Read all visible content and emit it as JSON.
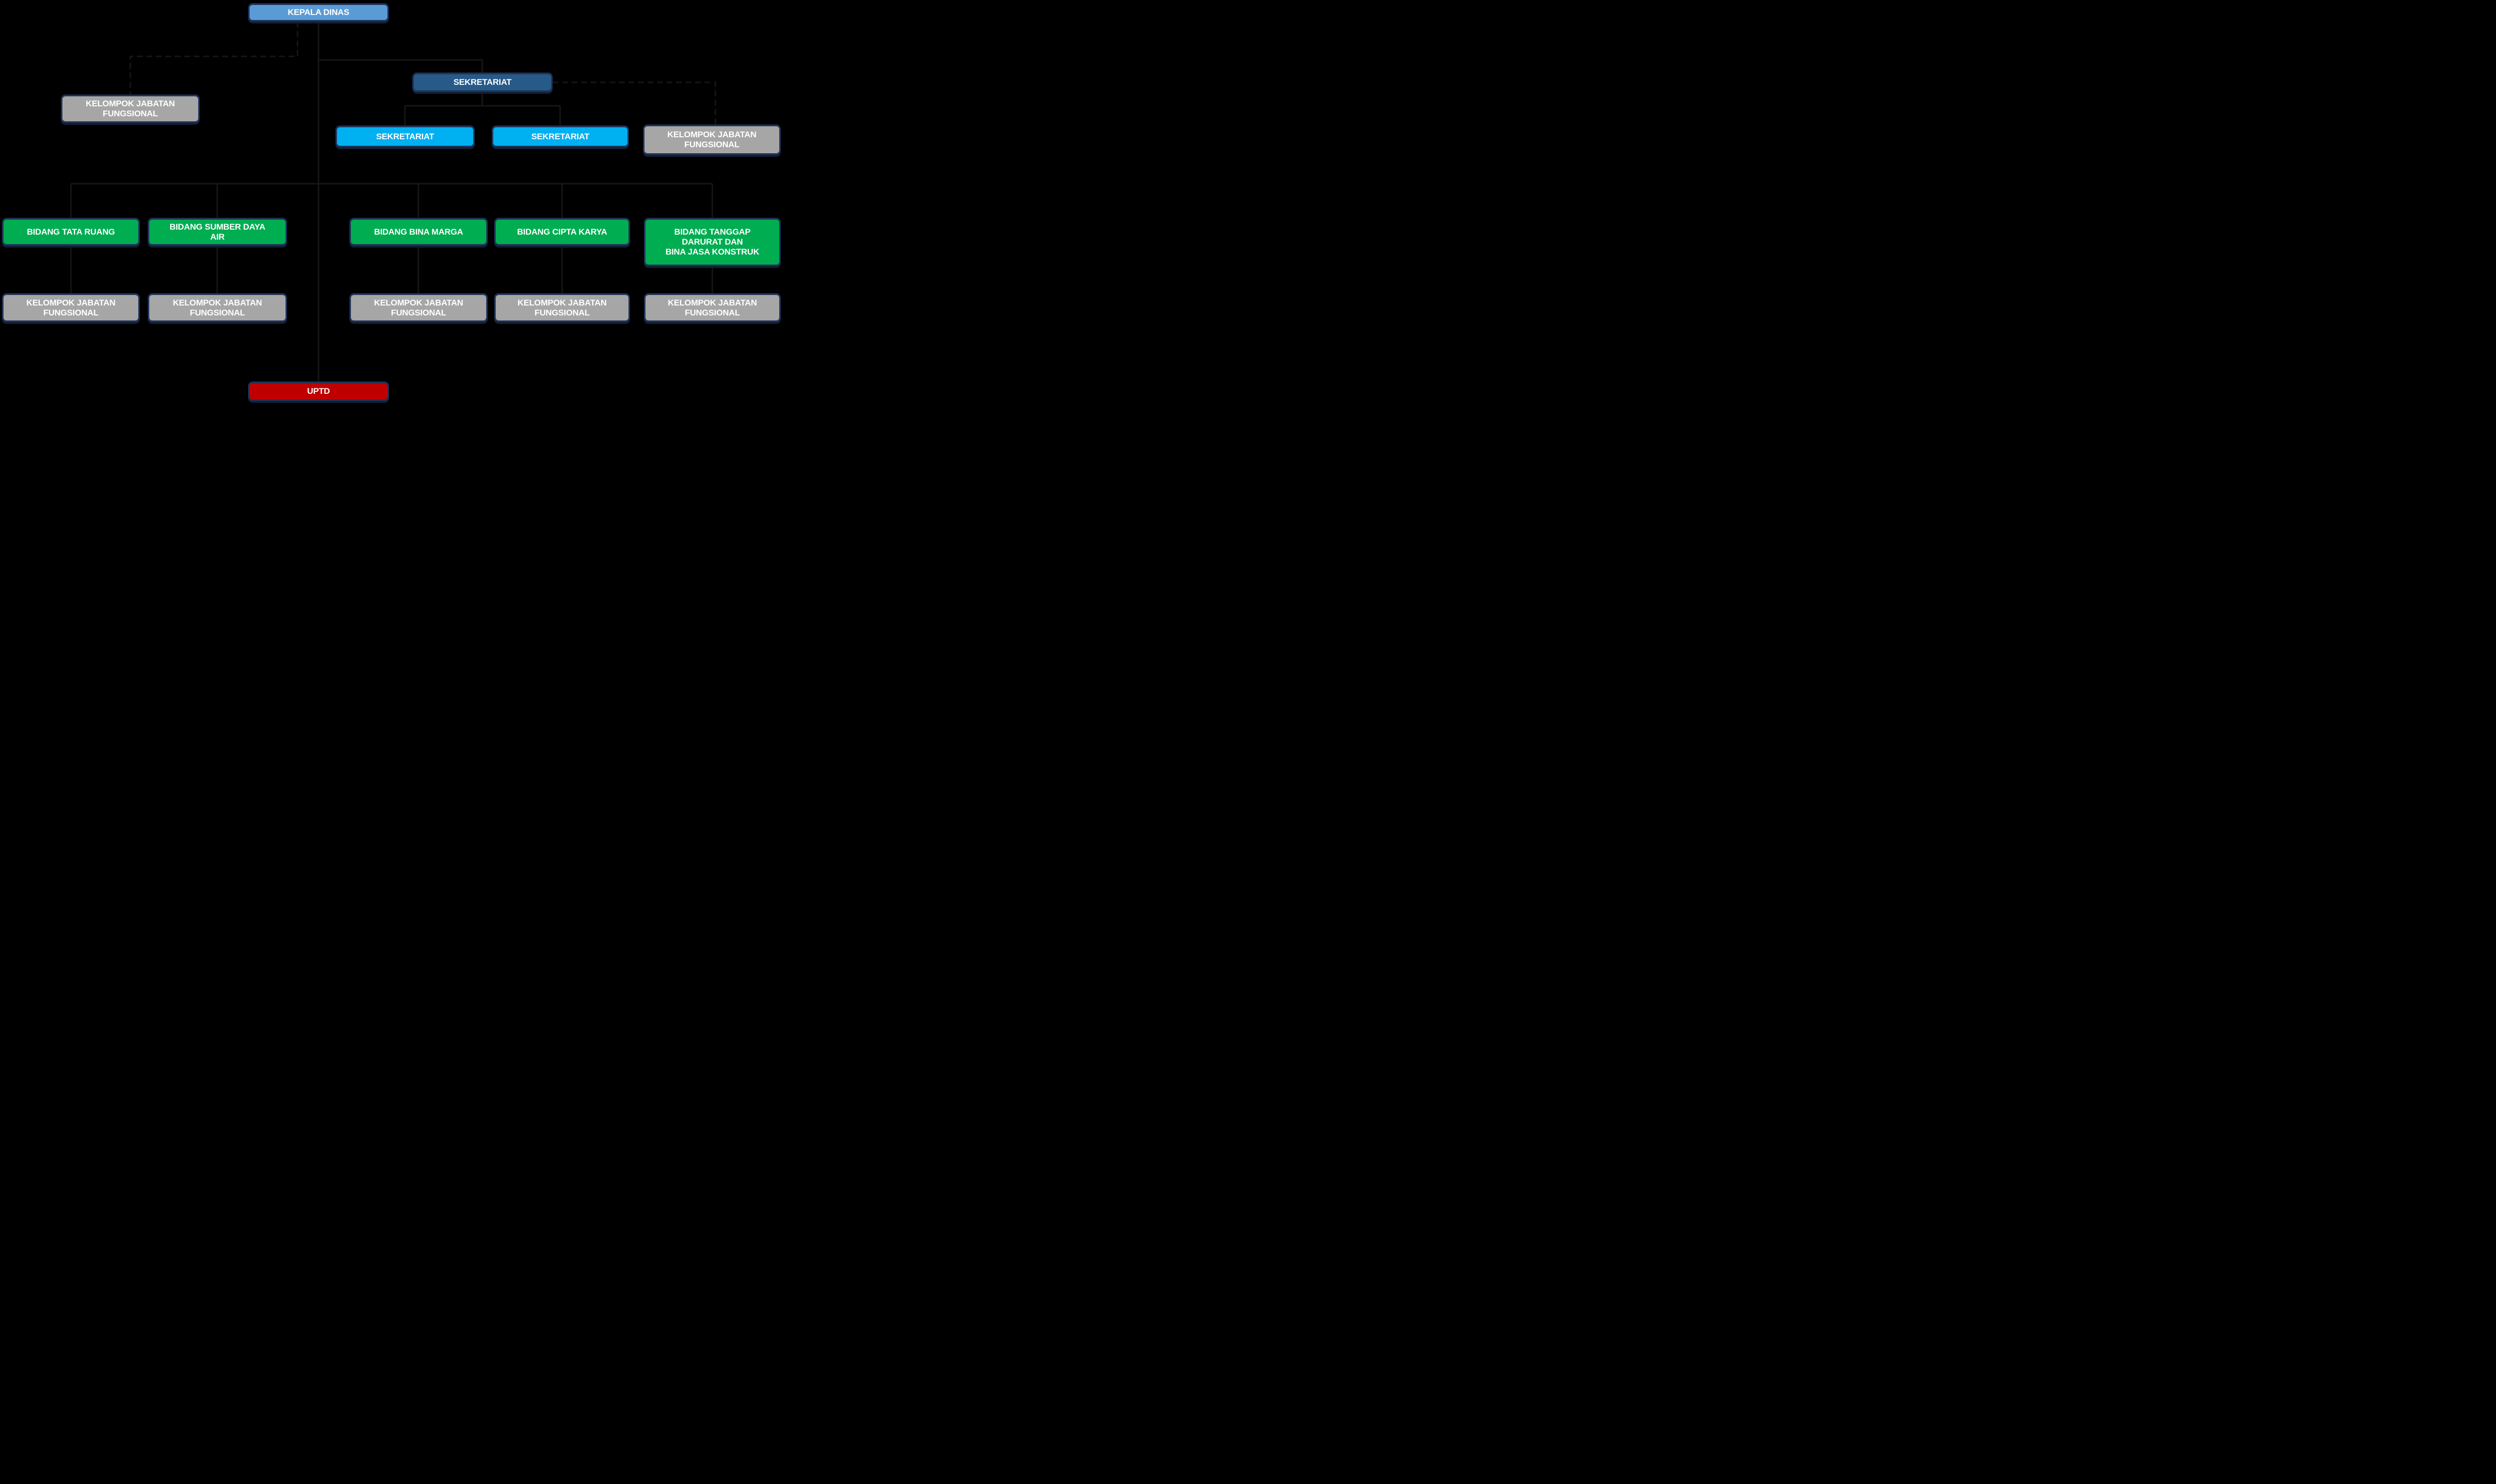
{
  "background": "#000000",
  "palette": {
    "kepala_dinas_fill": "#5B9BD5",
    "sekretariat_fill": "#275A88",
    "sub_sekretariat_fill": "#00B0F0",
    "bidang_fill": "#00AD51",
    "kelompok_fill": "#A6A6A6",
    "uptd_fill": "#C00000",
    "box_border": "#20345A",
    "connector_line": "#161616",
    "text": "#FFFFFF"
  },
  "nodes": [
    {
      "id": "kepala-dinas",
      "label": "KEPALA DINAS"
    },
    {
      "id": "kelompok-jabatan-fungsional-kepala",
      "label": "KELOMPOK JABATAN\nFUNGSIONAL"
    },
    {
      "id": "sekretariat",
      "label": "SEKRETARIAT"
    },
    {
      "id": "sub-sekretariat-1",
      "label": "SEKRETARIAT"
    },
    {
      "id": "sub-sekretariat-2",
      "label": "SEKRETARIAT"
    },
    {
      "id": "kelompok-jabatan-fungsional-sekretariat",
      "label": "KELOMPOK JABATAN\nFUNGSIONAL"
    },
    {
      "id": "bidang-tata-ruang",
      "label": "BIDANG TATA RUANG"
    },
    {
      "id": "bidang-sumber-daya-air",
      "label": "BIDANG SUMBER DAYA\nAIR"
    },
    {
      "id": "bidang-bina-marga",
      "label": "BIDANG BINA MARGA"
    },
    {
      "id": "bidang-cipta-karya",
      "label": "BIDANG CIPTA KARYA"
    },
    {
      "id": "bidang-tanggap-darurat",
      "label": "BIDANG TANGGAP\nDARURAT DAN\nBINA JASA KONSTRUK"
    },
    {
      "id": "kelompok-jabatan-fungsional-tata-ruang",
      "label": "KELOMPOK JABATAN\nFUNGSIONAL"
    },
    {
      "id": "kelompok-jabatan-fungsional-sumber-daya-air",
      "label": "KELOMPOK JABATAN\nFUNGSIONAL"
    },
    {
      "id": "kelompok-jabatan-fungsional-bina-marga",
      "label": "KELOMPOK JABATAN\nFUNGSIONAL"
    },
    {
      "id": "kelompok-jabatan-fungsional-cipta-karya",
      "label": "KELOMPOK JABATAN\nFUNGSIONAL"
    },
    {
      "id": "kelompok-jabatan-fungsional-tanggap-darurat",
      "label": "KELOMPOK JABATAN\nFUNGSIONAL"
    },
    {
      "id": "uptd",
      "label": "UPTD"
    }
  ]
}
